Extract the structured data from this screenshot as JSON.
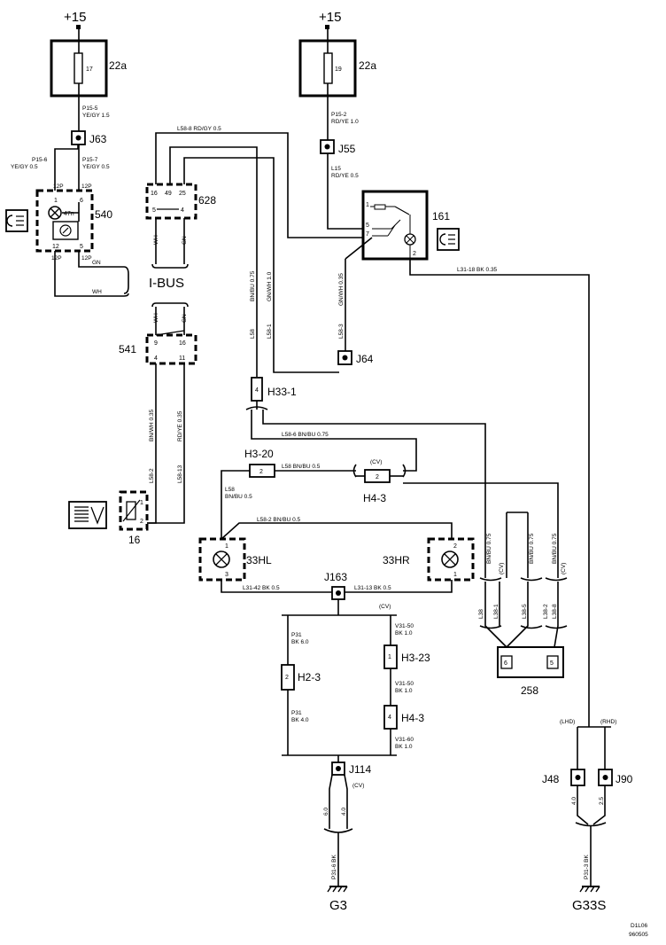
{
  "supply": {
    "left": "+15",
    "right": "+15"
  },
  "fuse": {
    "left": {
      "number": "17",
      "box": "22a"
    },
    "right": {
      "number": "19",
      "box": "22a"
    }
  },
  "wire_labels": {
    "p15_5": "P15-5",
    "p15_5_spec": "YE/GY   1.5",
    "p15_6": "P15-6",
    "p15_6_spec": "YE/GY   0.5",
    "p15_7": "P15-7",
    "p15_7_spec": "YE/GY   0.5",
    "p15_2": "P15-2",
    "p15_2_spec": "RD/YE   1.0",
    "l15": "L15",
    "l15_spec": "RD/YE   0.5",
    "l58_8_top": "L58-8     RD/GY   0.5",
    "l31_18": "L31-18     BK     0.35",
    "gn_540": "GN",
    "wh_540": "WH",
    "wh_628": "WH",
    "gn_628": "GN",
    "wh_541": "WH",
    "gn_541": "GN",
    "h33_l58": "L58",
    "h33_bnbu": "BN/BU   0.75",
    "h33_l58_1": "L58-1",
    "h33_gnwh": "GN/WH   1.0",
    "j64_l58_3": "L58-3",
    "j64_gnwh": "GN/WH   0.35",
    "bnwh_l58_2": "L58-2",
    "bnwh_spec": "BN/WH   0.35",
    "rdye_l58_13": "L58-13",
    "rdye_spec": "RD/YE   0.35",
    "l58_6": "L58-6     BN/BU   0.75",
    "l58_h320": "L58      BN/BU   0.5",
    "l58_h320_vert": "L58",
    "l58_h320_vert_spec": "BN/BU   0.5",
    "l58_2": "L58-2     BN/BU   0.5",
    "l31_42": "L31-42    BK    0.5",
    "l31_13": "L31-13    BK    0.5",
    "p31_top": "P31",
    "p31_top_spec": "BK   6.0",
    "p31_bot": "P31",
    "p31_bot_spec": "BK   4.0",
    "v31_50a": "V31-50",
    "v31_50a_spec": "BK   1.0",
    "v31_50b": "V31-50",
    "v31_50b_spec": "BK   1.0",
    "v31_60": "V31-60",
    "v31_60_spec": "BK   1.0",
    "p31_6": "P31-6   BK",
    "p31_3": "P31-3   BK",
    "bnbu_075a": "BN/BU   0.75",
    "l38": "L38",
    "l38_1": "L38-1",
    "bnbu_075b": "BN/BU   0.75",
    "l38_5": "L38-5",
    "bnbu_075c": "BN/BU   0.75",
    "l38_8": "L38-8",
    "l38_2": "L38-2",
    "g3_size_a": "6.0",
    "g3_size_b": "4.0",
    "g33s_size_a": "4.0",
    "g33s_size_b": "2.5",
    "lhd": "(LHD)",
    "rhd": "(RHD)",
    "cv": "(CV)"
  },
  "components": {
    "j63": "J63",
    "j55": "J55",
    "j64": "J64",
    "j163": "J163",
    "j114": "J114",
    "j48": "J48",
    "j90": "J90",
    "c540": "540",
    "c540_bulb": "47n",
    "c540_pin1": "1",
    "c540_pin6": "6",
    "c540_pin12": "12",
    "c540_pin5": "5",
    "c540_12p_tl": "12P",
    "c540_12p_tr": "12P",
    "c540_12p_bl": "12P",
    "c540_12p_br": "12P",
    "c628": "628",
    "c628_pins": [
      "16",
      "49",
      "25"
    ],
    "c628_pin5": "5",
    "c628_pin4": "4",
    "c161": "161",
    "c161_pin1": "1",
    "c161_pin5": "5",
    "c161_pin7": "7",
    "c161_pin2": "2",
    "ibus": "I-BUS",
    "c541": "541",
    "c541_pin9": "9",
    "c541_pin16": "16",
    "c541_pin4": "4",
    "c541_pin11": "11",
    "c16": "16",
    "c16_pin1": "1",
    "c16_pin2": "2",
    "h33_1": "H33-1",
    "h33_1_pin": "4",
    "h3_20": "H3-20",
    "h3_20_pin": "2",
    "h4_3_top": "H4-3",
    "h4_3_top_pin": "2",
    "c33hl": "33HL",
    "c33hl_pin1": "1",
    "c33hl_pin3": "3",
    "c33hr": "33HR",
    "c33hr_pin2": "2",
    "c33hr_pin1": "1",
    "h2_3": "H2-3",
    "h2_3_pin": "2",
    "h3_23": "H3-23",
    "h3_23_pin": "1",
    "h4_3_bot": "H4-3",
    "h4_3_bot_pin": "4",
    "c258": "258",
    "c258_pin6": "6",
    "c258_pin5": "5",
    "g3": "G3",
    "g33s": "G33S"
  },
  "doc_id": {
    "line1": "D1L06",
    "line2": "960505"
  },
  "icons": [
    "instrument-lighting-icon",
    "headlamp-icon",
    "dimmer-switch-icon"
  ]
}
